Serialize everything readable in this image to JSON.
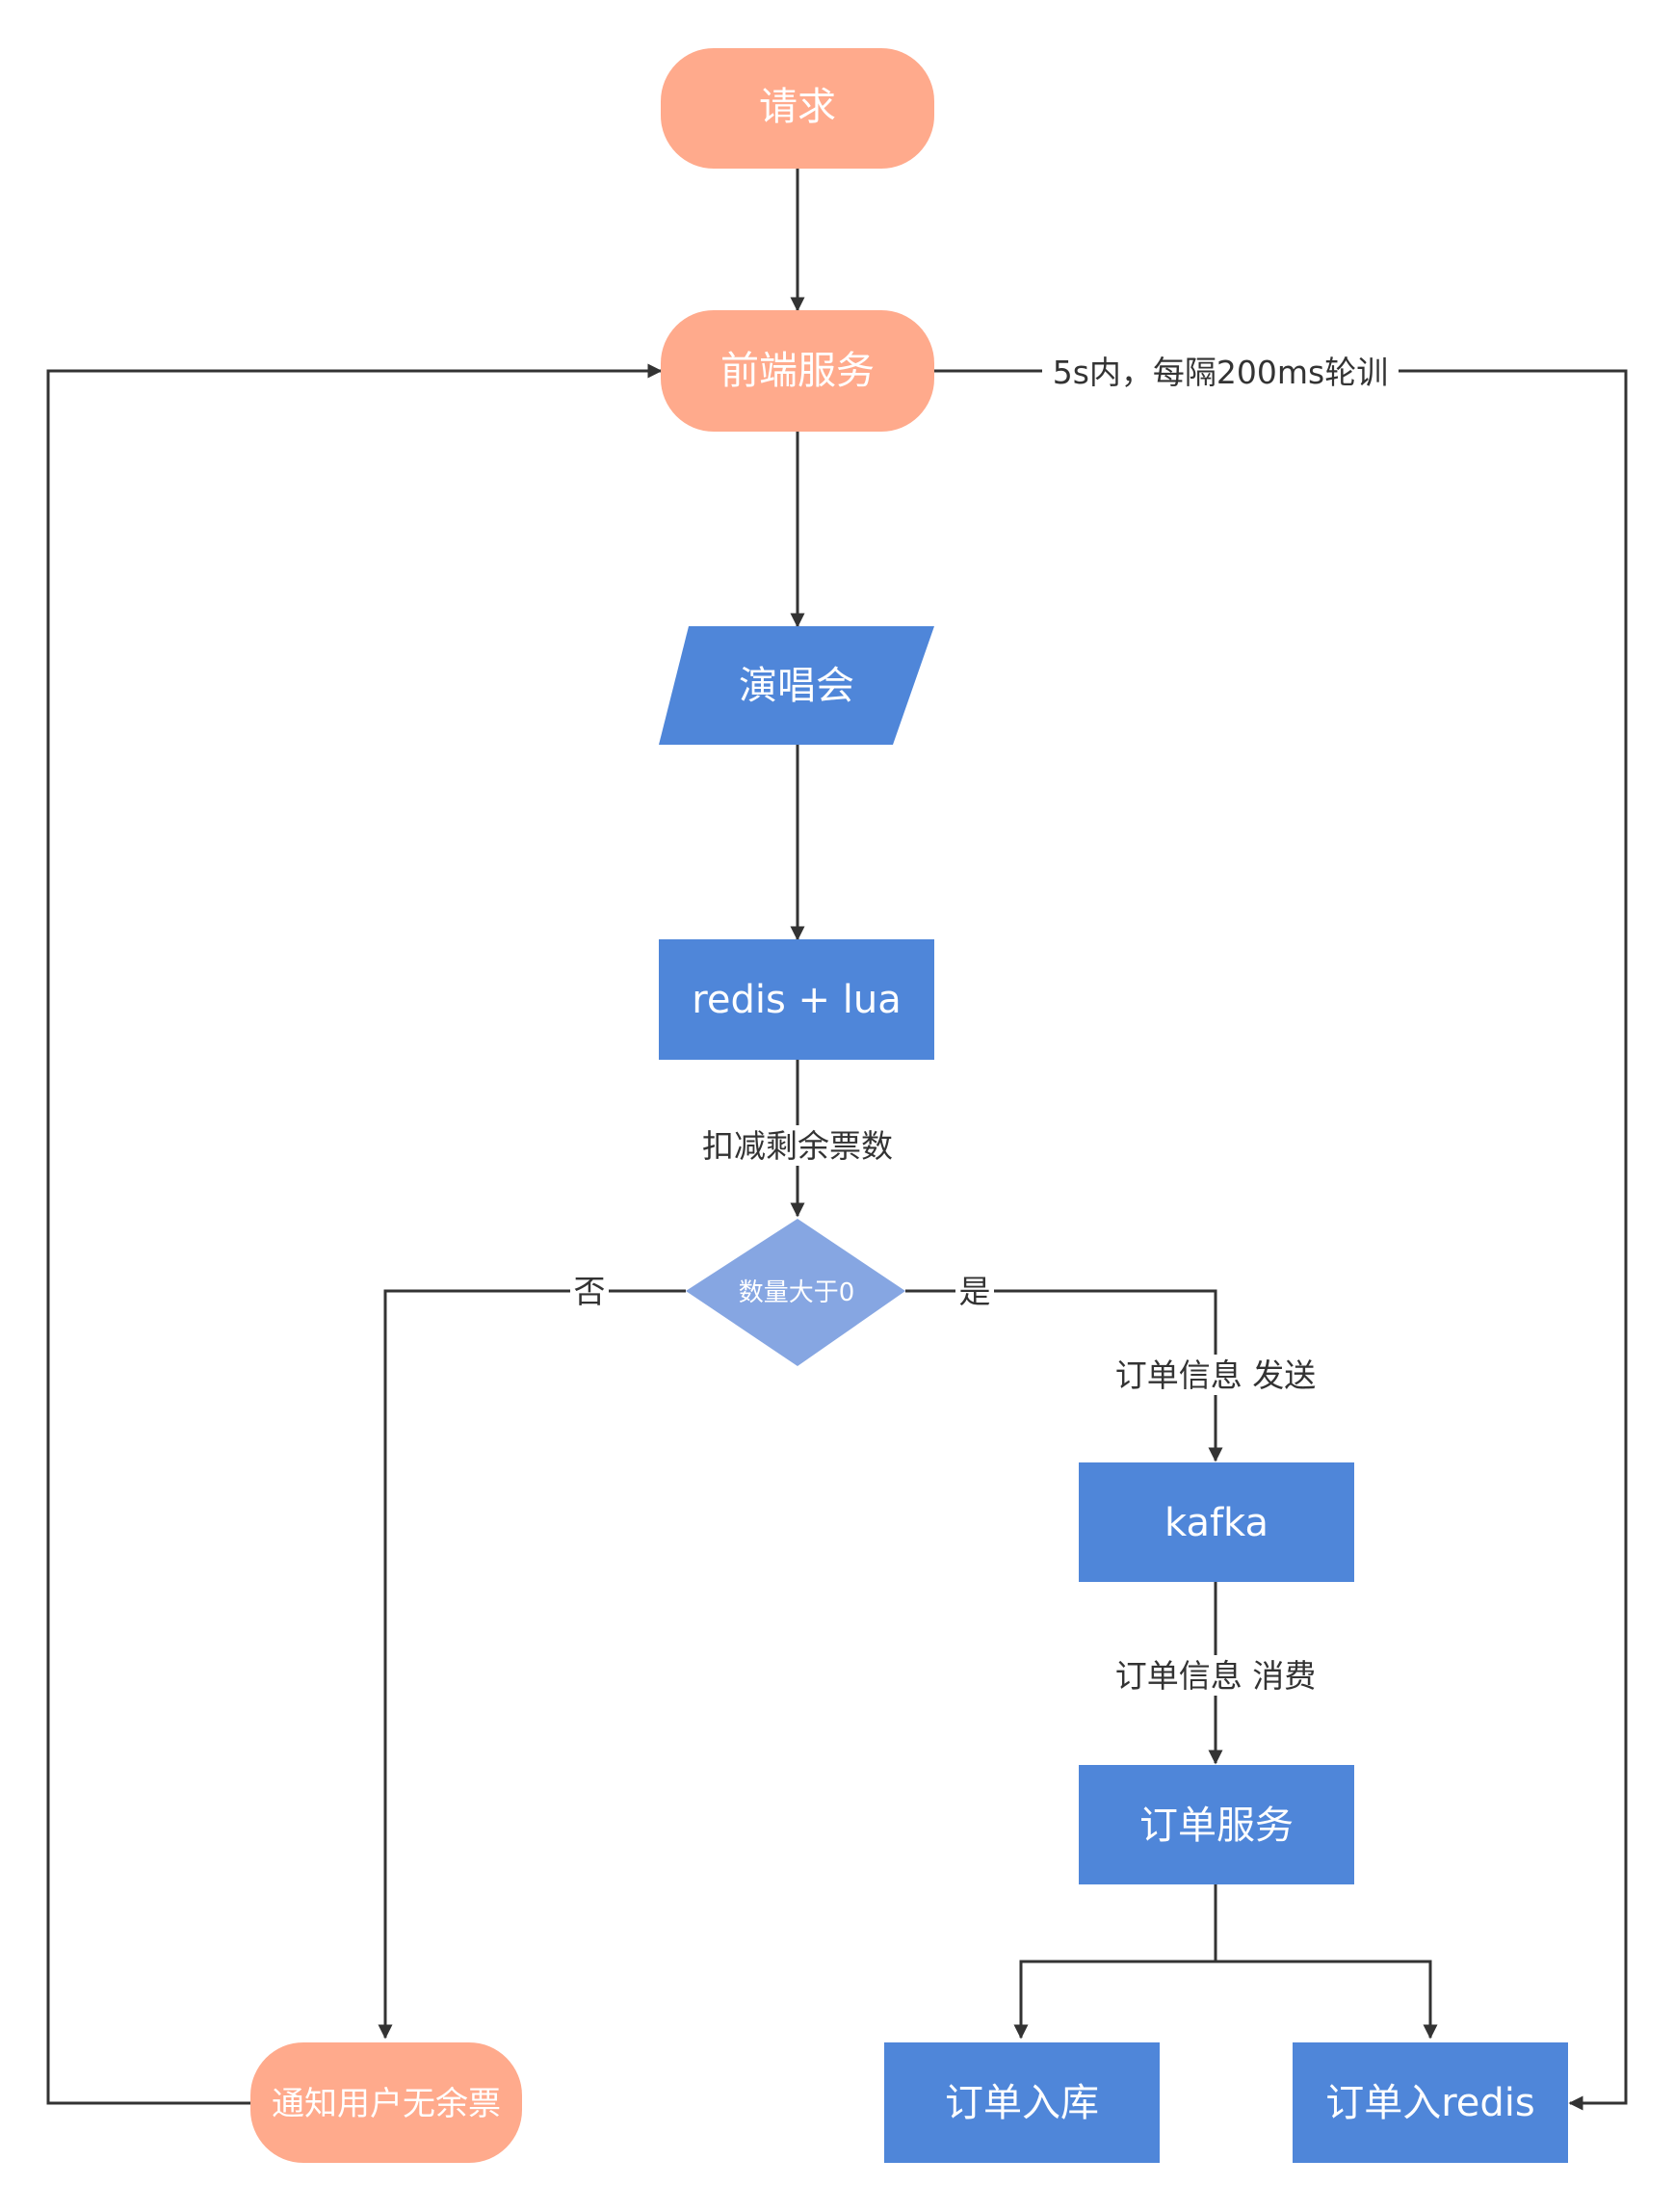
{
  "colors": {
    "terminal": "#FFAA8C",
    "process": "#4F86D9",
    "decision": "#86A6E2",
    "edge": "#333333"
  },
  "nodes": {
    "request": "请求",
    "frontend_service": "前端服务",
    "concert": "演唱会",
    "redis_lua": "redis + lua",
    "decision": "数量大于0",
    "kafka": "kafka",
    "order_service": "订单服务",
    "order_db": "订单入库",
    "order_redis": "订单入redis",
    "notify_no_ticket": "通知用户无余票"
  },
  "edges": {
    "polling": "5s内，每隔200ms轮训",
    "deduct": "扣减剩余票数",
    "no": "否",
    "yes": "是",
    "send": "订单信息 发送",
    "consume": "订单信息 消费"
  }
}
